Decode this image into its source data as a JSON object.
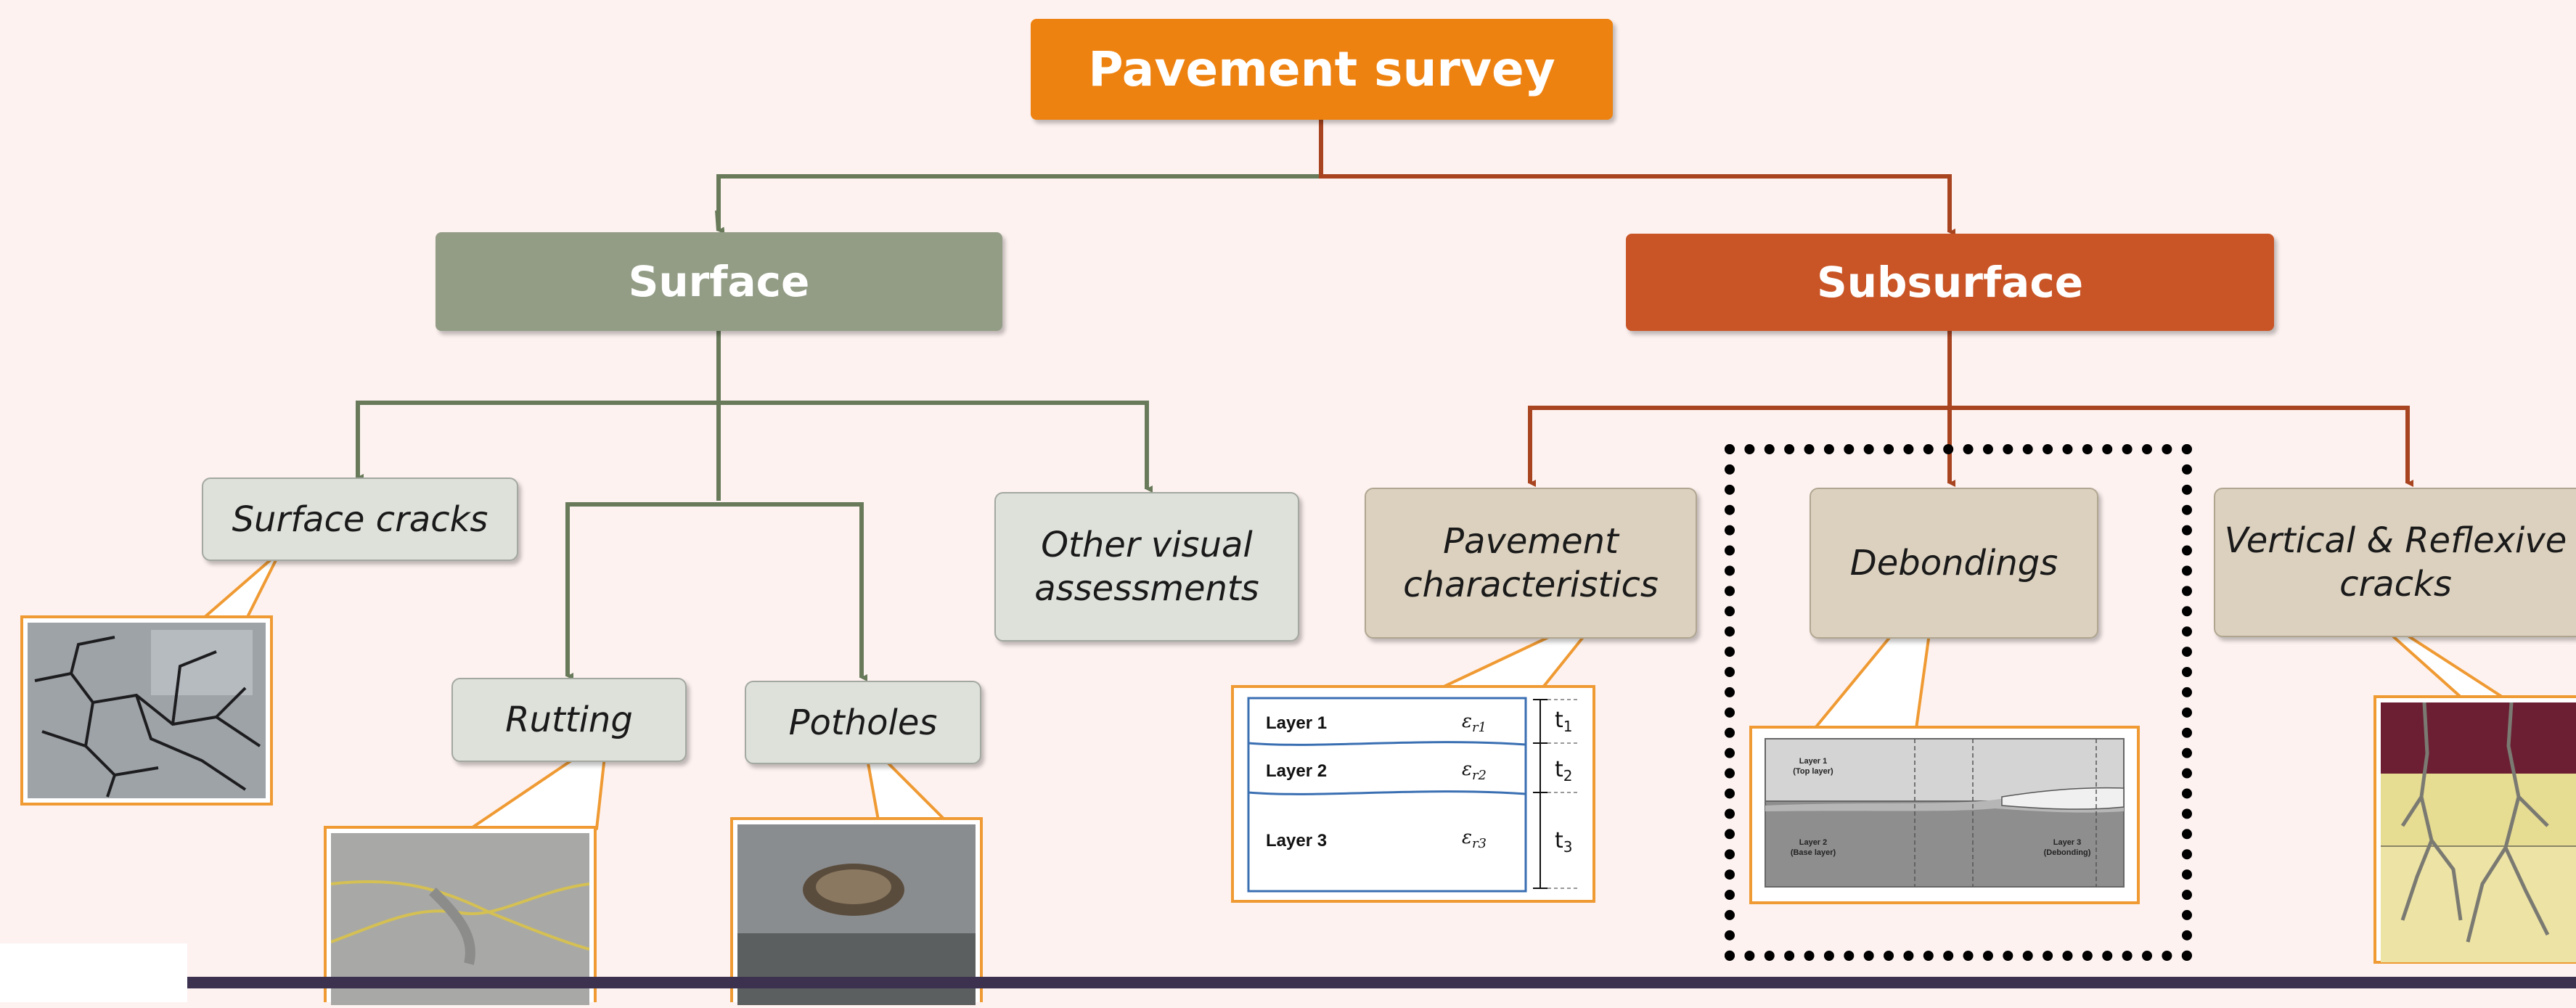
{
  "root": {
    "label": "Pavement survey"
  },
  "surface": {
    "label": "Surface",
    "children": {
      "cracks": "Surface cracks",
      "rutting": "Rutting",
      "potholes": "Potholes",
      "other": [
        "Other visual",
        "assessments"
      ]
    }
  },
  "subsurface": {
    "label": "Subsurface",
    "children": {
      "characteristics": [
        "Pavement",
        "characteristics"
      ],
      "debondings": "Debondings",
      "vertical": [
        "Vertical & Reflexive",
        "cracks"
      ]
    }
  },
  "layers_figure": {
    "layers": [
      "Layer 1",
      "Layer 2",
      "Layer 3"
    ],
    "thickness": [
      "t",
      "t",
      "t"
    ],
    "subscripts": [
      "1",
      "2",
      "3"
    ],
    "strain": [
      "ε",
      "ε",
      "ε"
    ],
    "strain_sub": [
      "r1",
      "r2",
      "r3"
    ]
  },
  "debond_figure": {
    "top": [
      "Layer 1",
      "(Top layer)"
    ],
    "base": [
      "Layer 2",
      "(Base layer)"
    ],
    "right": [
      "Layer 3",
      "(Debonding)"
    ]
  },
  "colors": {
    "root": "#ee8210",
    "surface": "#939d86",
    "subsurface": "#c95526",
    "surface_line": "#687a5a",
    "sub_line": "#a84420",
    "callout": "#ef9a33",
    "footer": "#3c3250"
  }
}
